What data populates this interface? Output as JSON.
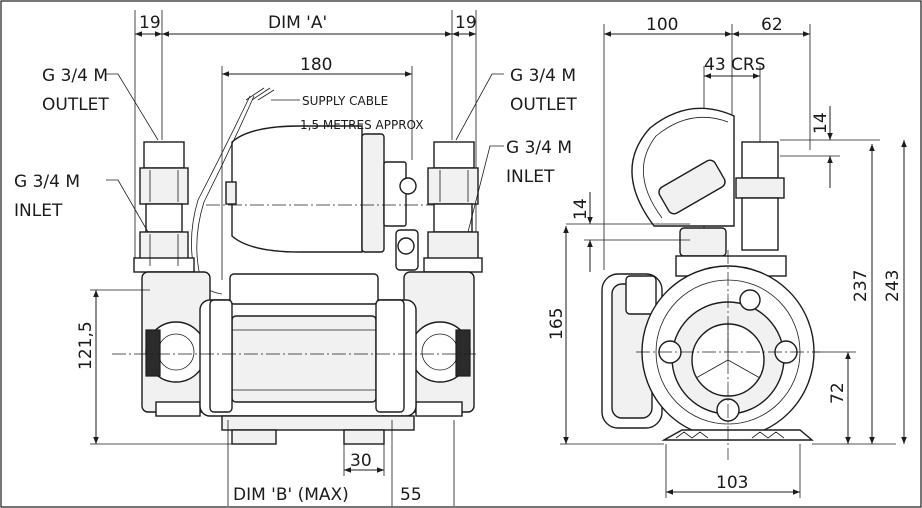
{
  "labels": {
    "dim_19_left": "19",
    "dim_a": "DIM 'A'",
    "dim_19_right": "19",
    "dim_180": "180",
    "outlet_left_1": "G 3/4 M",
    "outlet_left_2": "OUTLET",
    "outlet_right_1": "G 3/4 M",
    "outlet_right_2": "OUTLET",
    "inlet_left_1": "G 3/4 M",
    "inlet_left_2": "INLET",
    "inlet_right_1": "G 3/4 M",
    "inlet_right_2": "INLET",
    "supply_cable_1": "SUPPLY CABLE",
    "supply_cable_2": "1,5 METRES APPROX",
    "dim_121_5": "121,5",
    "dim_30": "30",
    "dim_b": "DIM 'B' (MAX)",
    "dim_55": "55",
    "dim_100": "100",
    "dim_62": "62",
    "dim_43_crs": "43 CRS",
    "dim_14_top": "14",
    "dim_14_mid": "14",
    "dim_165": "165",
    "dim_237": "237",
    "dim_243": "243",
    "dim_72": "72",
    "dim_103": "103"
  }
}
